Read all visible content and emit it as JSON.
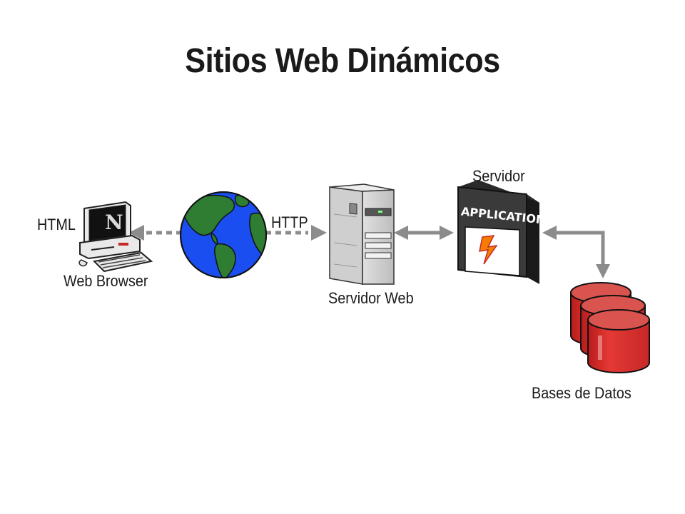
{
  "title": "Sitios Web Dinámicos",
  "labels": {
    "html": "HTML",
    "web_browser": "Web Browser",
    "http": "HTTP",
    "servidor_web": "Servidor Web",
    "servidor": "Servidor",
    "bases_de_datos": "Bases de Datos"
  },
  "app_box_text": "APPLICATION",
  "browser_logo": "N",
  "icons": [
    "computer-icon",
    "globe-icon",
    "server-tower-icon",
    "application-box-icon",
    "database-icon"
  ],
  "colors": {
    "globe_ocean": "#1a4ef0",
    "globe_land": "#2e7d32",
    "database": "#d32f2f",
    "arrow": "#8c8c8c"
  }
}
